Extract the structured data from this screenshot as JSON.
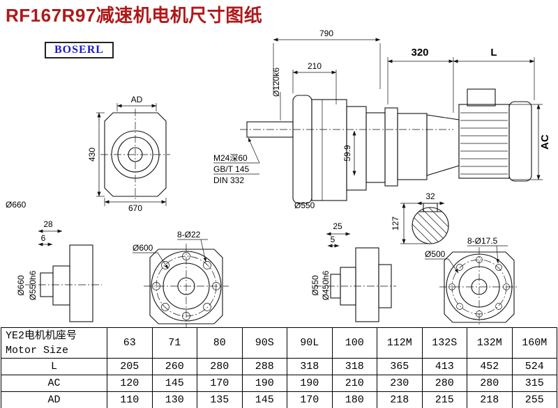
{
  "title": "RF167R97减速机电机尺寸图纸",
  "brand": "BOSERL",
  "dims": {
    "ad": "AD",
    "h430": "430",
    "w670": "670",
    "d660_front": "Ø660",
    "w790": "790",
    "w210": "210",
    "shaft_dia": "Ø120k6",
    "tap": "M24深60",
    "gbt": "GB/T 145",
    "din": "DIN 332",
    "key_h": "59.9",
    "d550_main": "Ø550",
    "w320": "320",
    "len": "L",
    "ac": "AC",
    "key_w": "32",
    "key_d": "127",
    "a_w28": "28",
    "a_w6": "6",
    "a_d660": "Ø660",
    "a_d550": "Ø550h6",
    "b_d600": "Ø600",
    "b_holes": "8-Ø22",
    "c_w25": "25",
    "c_w5": "5",
    "c_d550": "Ø550",
    "c_d450": "Ø450h6",
    "d_d500": "Ø500",
    "d_holes": "8-Ø17.5"
  },
  "table": {
    "row_header_cn": "YE2电机机座号",
    "row_header_en": "Motor Size",
    "columns": [
      "63",
      "71",
      "80",
      "90S",
      "90L",
      "100",
      "112M",
      "132S",
      "132M",
      "160M"
    ],
    "rows": [
      {
        "label": "L",
        "values": [
          "205",
          "260",
          "280",
          "288",
          "318",
          "318",
          "365",
          "413",
          "452",
          "524"
        ]
      },
      {
        "label": "AC",
        "values": [
          "120",
          "145",
          "170",
          "190",
          "190",
          "210",
          "230",
          "280",
          "280",
          "315"
        ]
      },
      {
        "label": "AD",
        "values": [
          "110",
          "130",
          "135",
          "145",
          "170",
          "180",
          "218",
          "215",
          "218",
          "255"
        ]
      }
    ]
  }
}
